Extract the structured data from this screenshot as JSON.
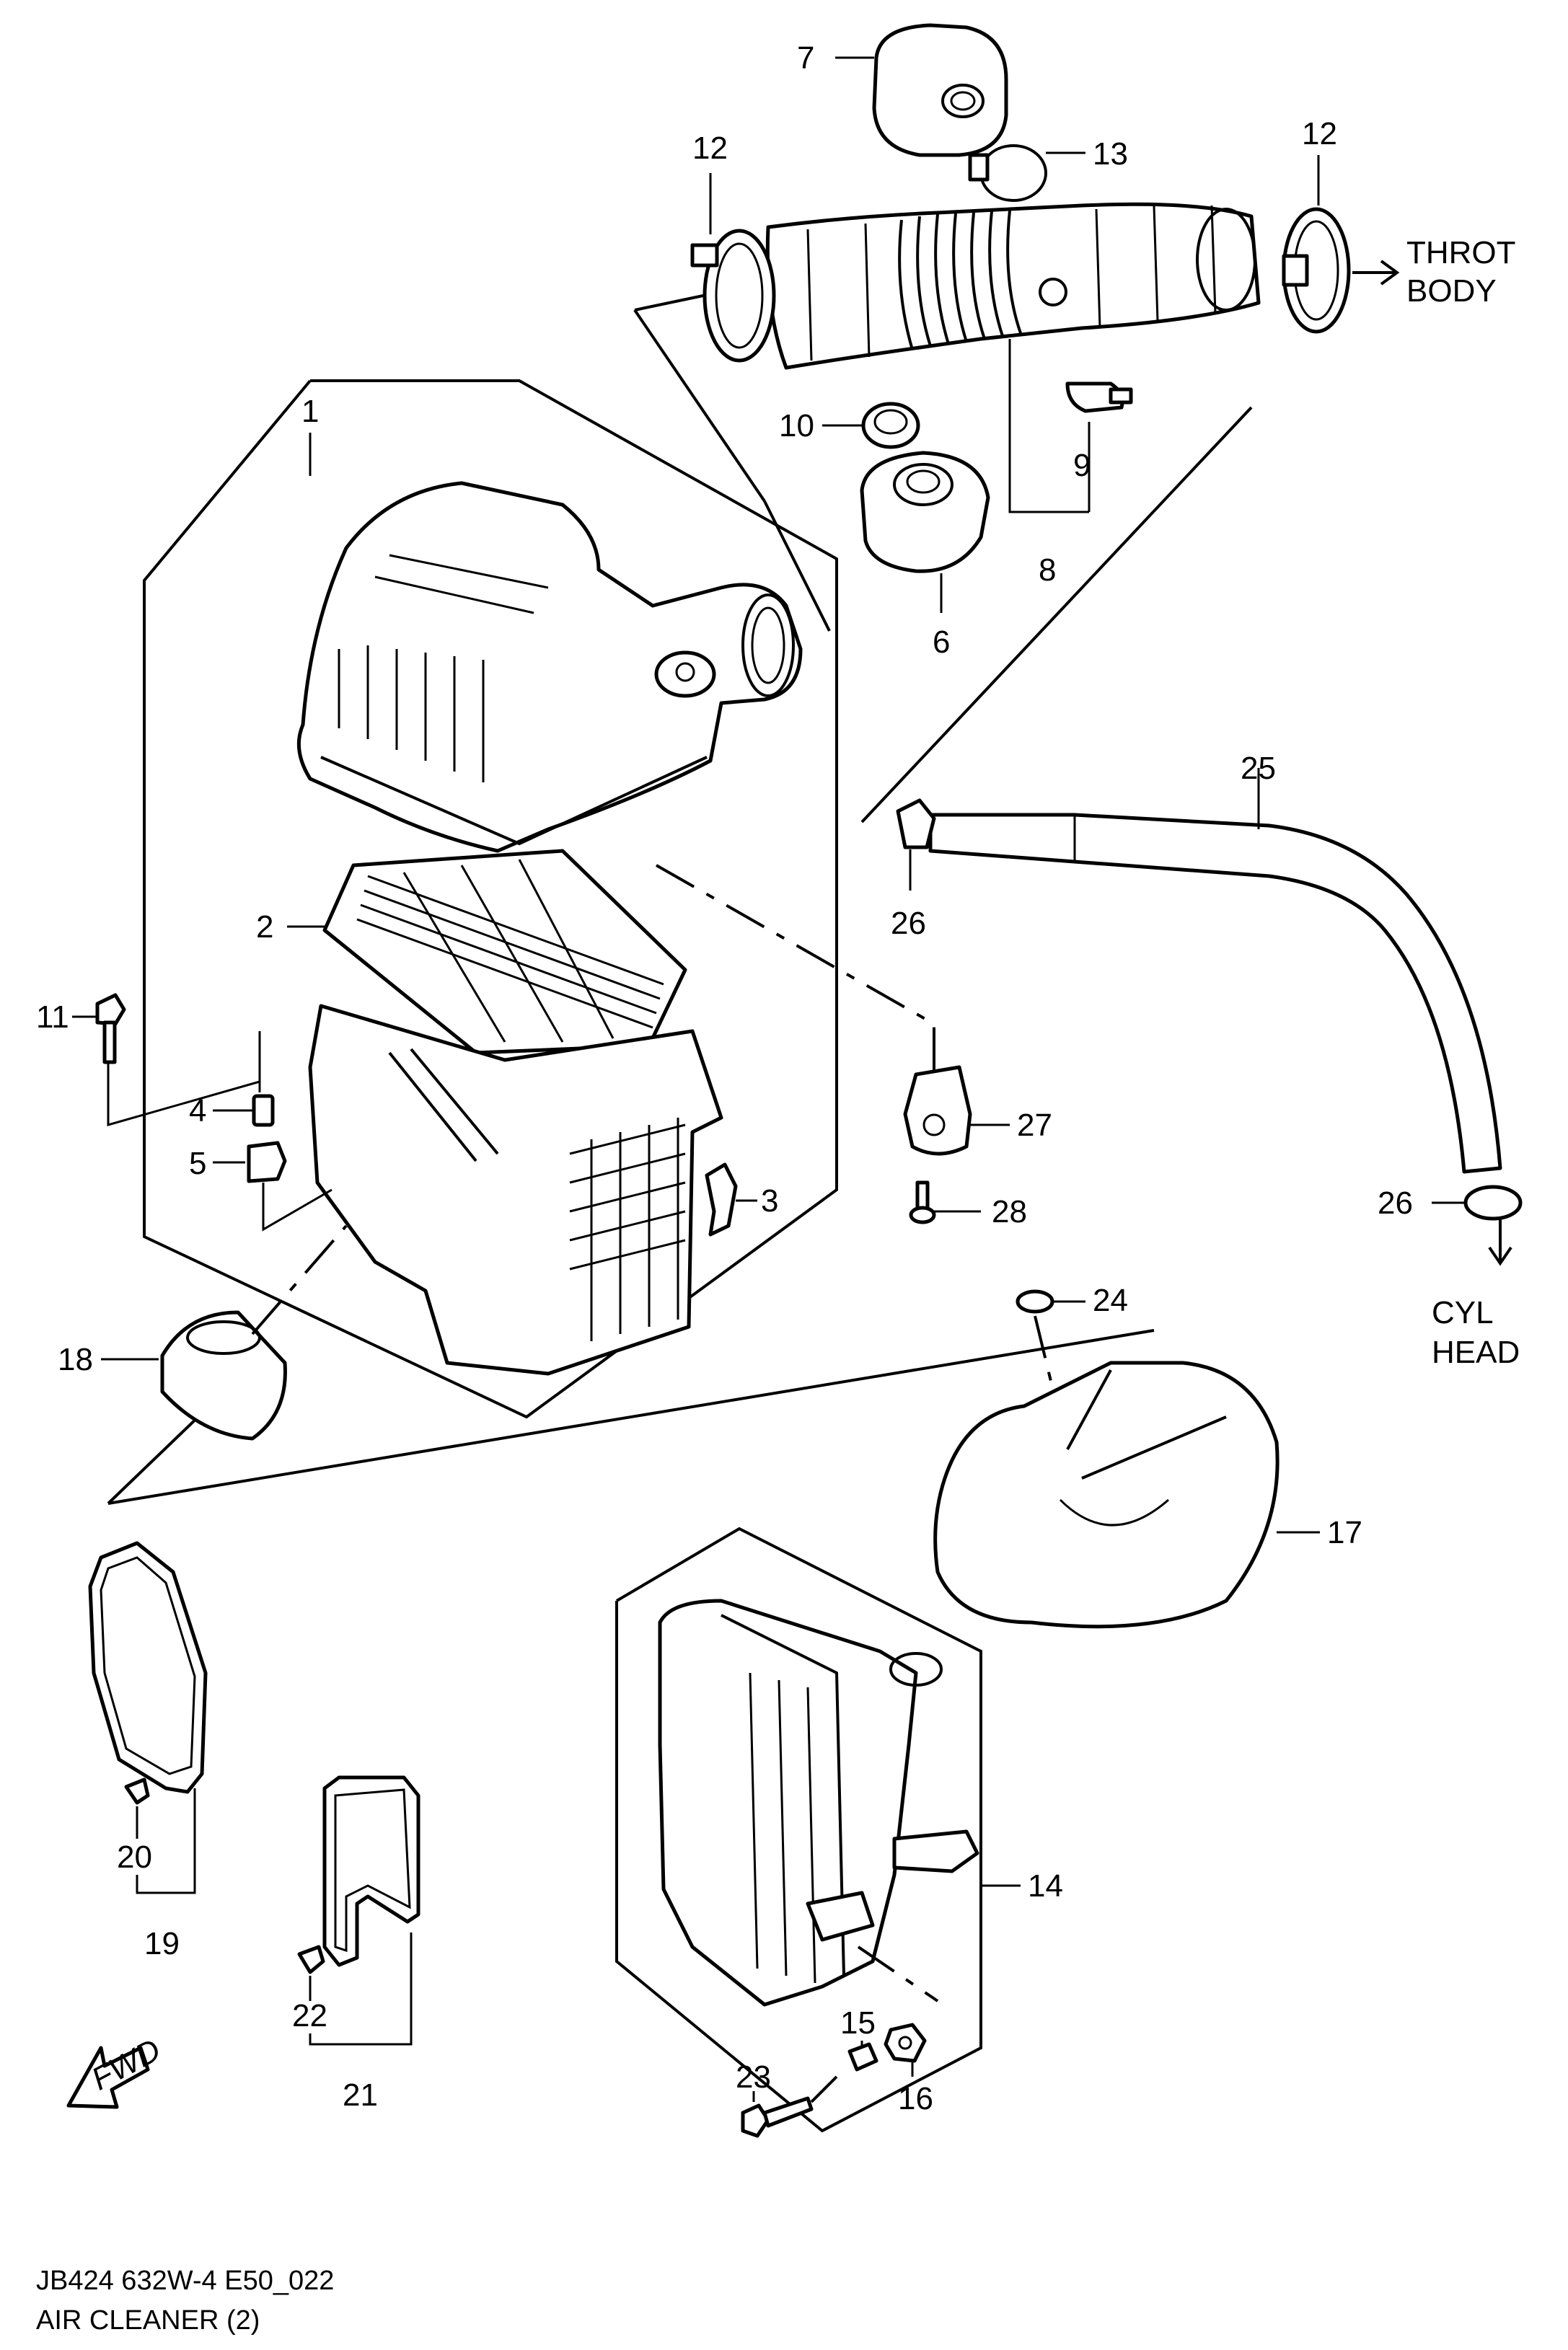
{
  "diagram": {
    "code": "JB424 632W-4 E50_022",
    "title": "AIR CLEANER (2)",
    "destinations": {
      "throttle": [
        "THROT",
        "BODY"
      ],
      "cylinder": [
        "CYL",
        "HEAD"
      ],
      "fwd": "FWD"
    },
    "callouts": [
      "1",
      "2",
      "3",
      "4",
      "5",
      "6",
      "7",
      "8",
      "9",
      "10",
      "11",
      "12",
      "12",
      "13",
      "14",
      "15",
      "16",
      "17",
      "18",
      "19",
      "20",
      "21",
      "22",
      "23",
      "24",
      "25",
      "26",
      "26",
      "27",
      "28"
    ]
  }
}
